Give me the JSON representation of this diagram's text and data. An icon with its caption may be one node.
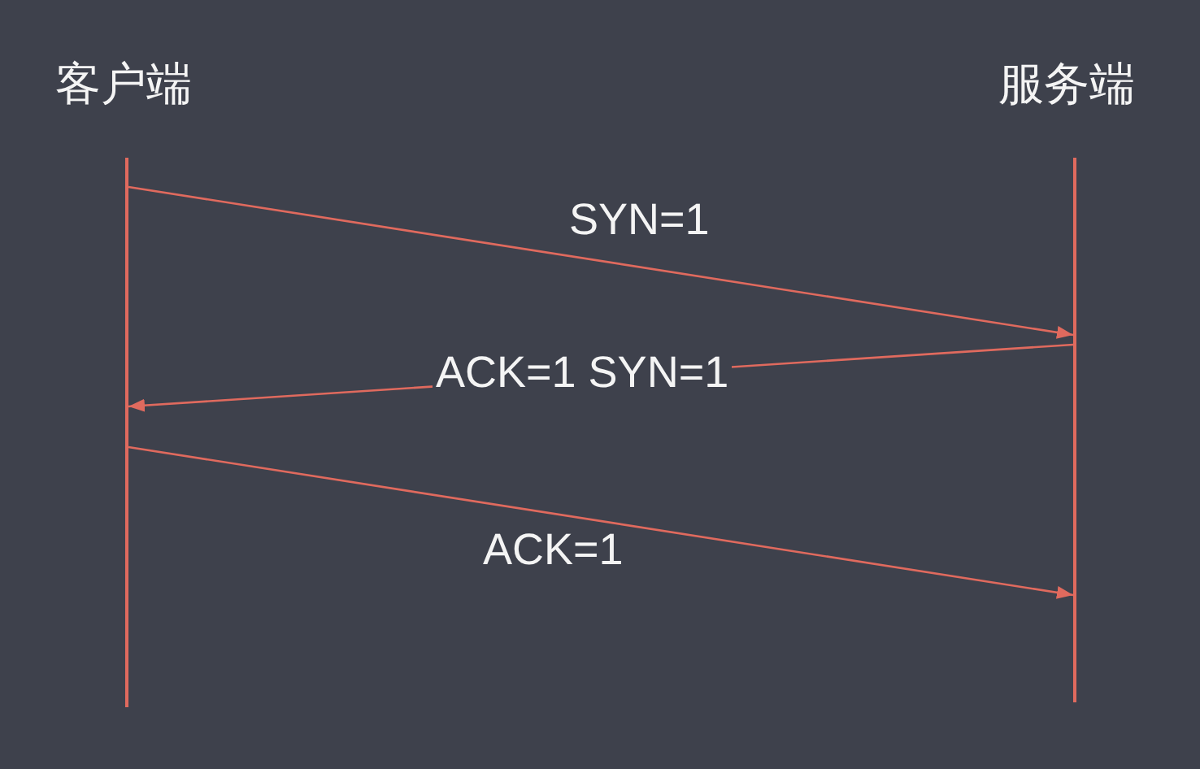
{
  "diagram": {
    "nodes": [
      {
        "text": [],
        "shape": "bar",
        "beside": [
          "客户端"
        ]
      },
      {
        "text": [],
        "shape": "bar",
        "beside": [
          "服务端"
        ]
      }
    ],
    "edges": [
      {
        "from": 0,
        "to": 1,
        "arrow": "to",
        "label": "SYN=1"
      },
      {
        "from": 1,
        "to": 0,
        "arrow": "to",
        "label": "ACK=1 SYN=1"
      },
      {
        "from": 0,
        "to": 1,
        "arrow": "to",
        "label": "ACK=1"
      }
    ]
  }
}
